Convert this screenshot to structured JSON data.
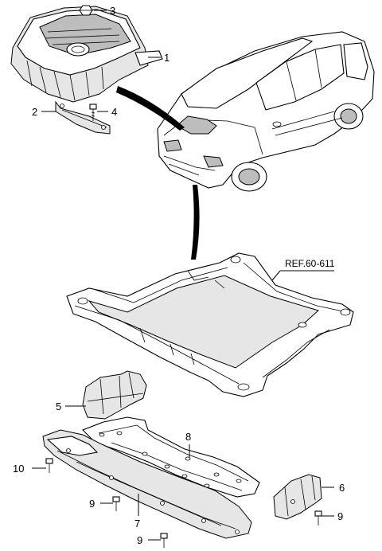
{
  "reference_label": "REF.60-611",
  "callouts": {
    "c1": "1",
    "c2": "2",
    "c3": "3",
    "c4": "4",
    "c5": "5",
    "c6": "6",
    "c7": "7",
    "c8": "8",
    "c9a": "9",
    "c9b": "9",
    "c9c": "9",
    "c10": "10"
  }
}
